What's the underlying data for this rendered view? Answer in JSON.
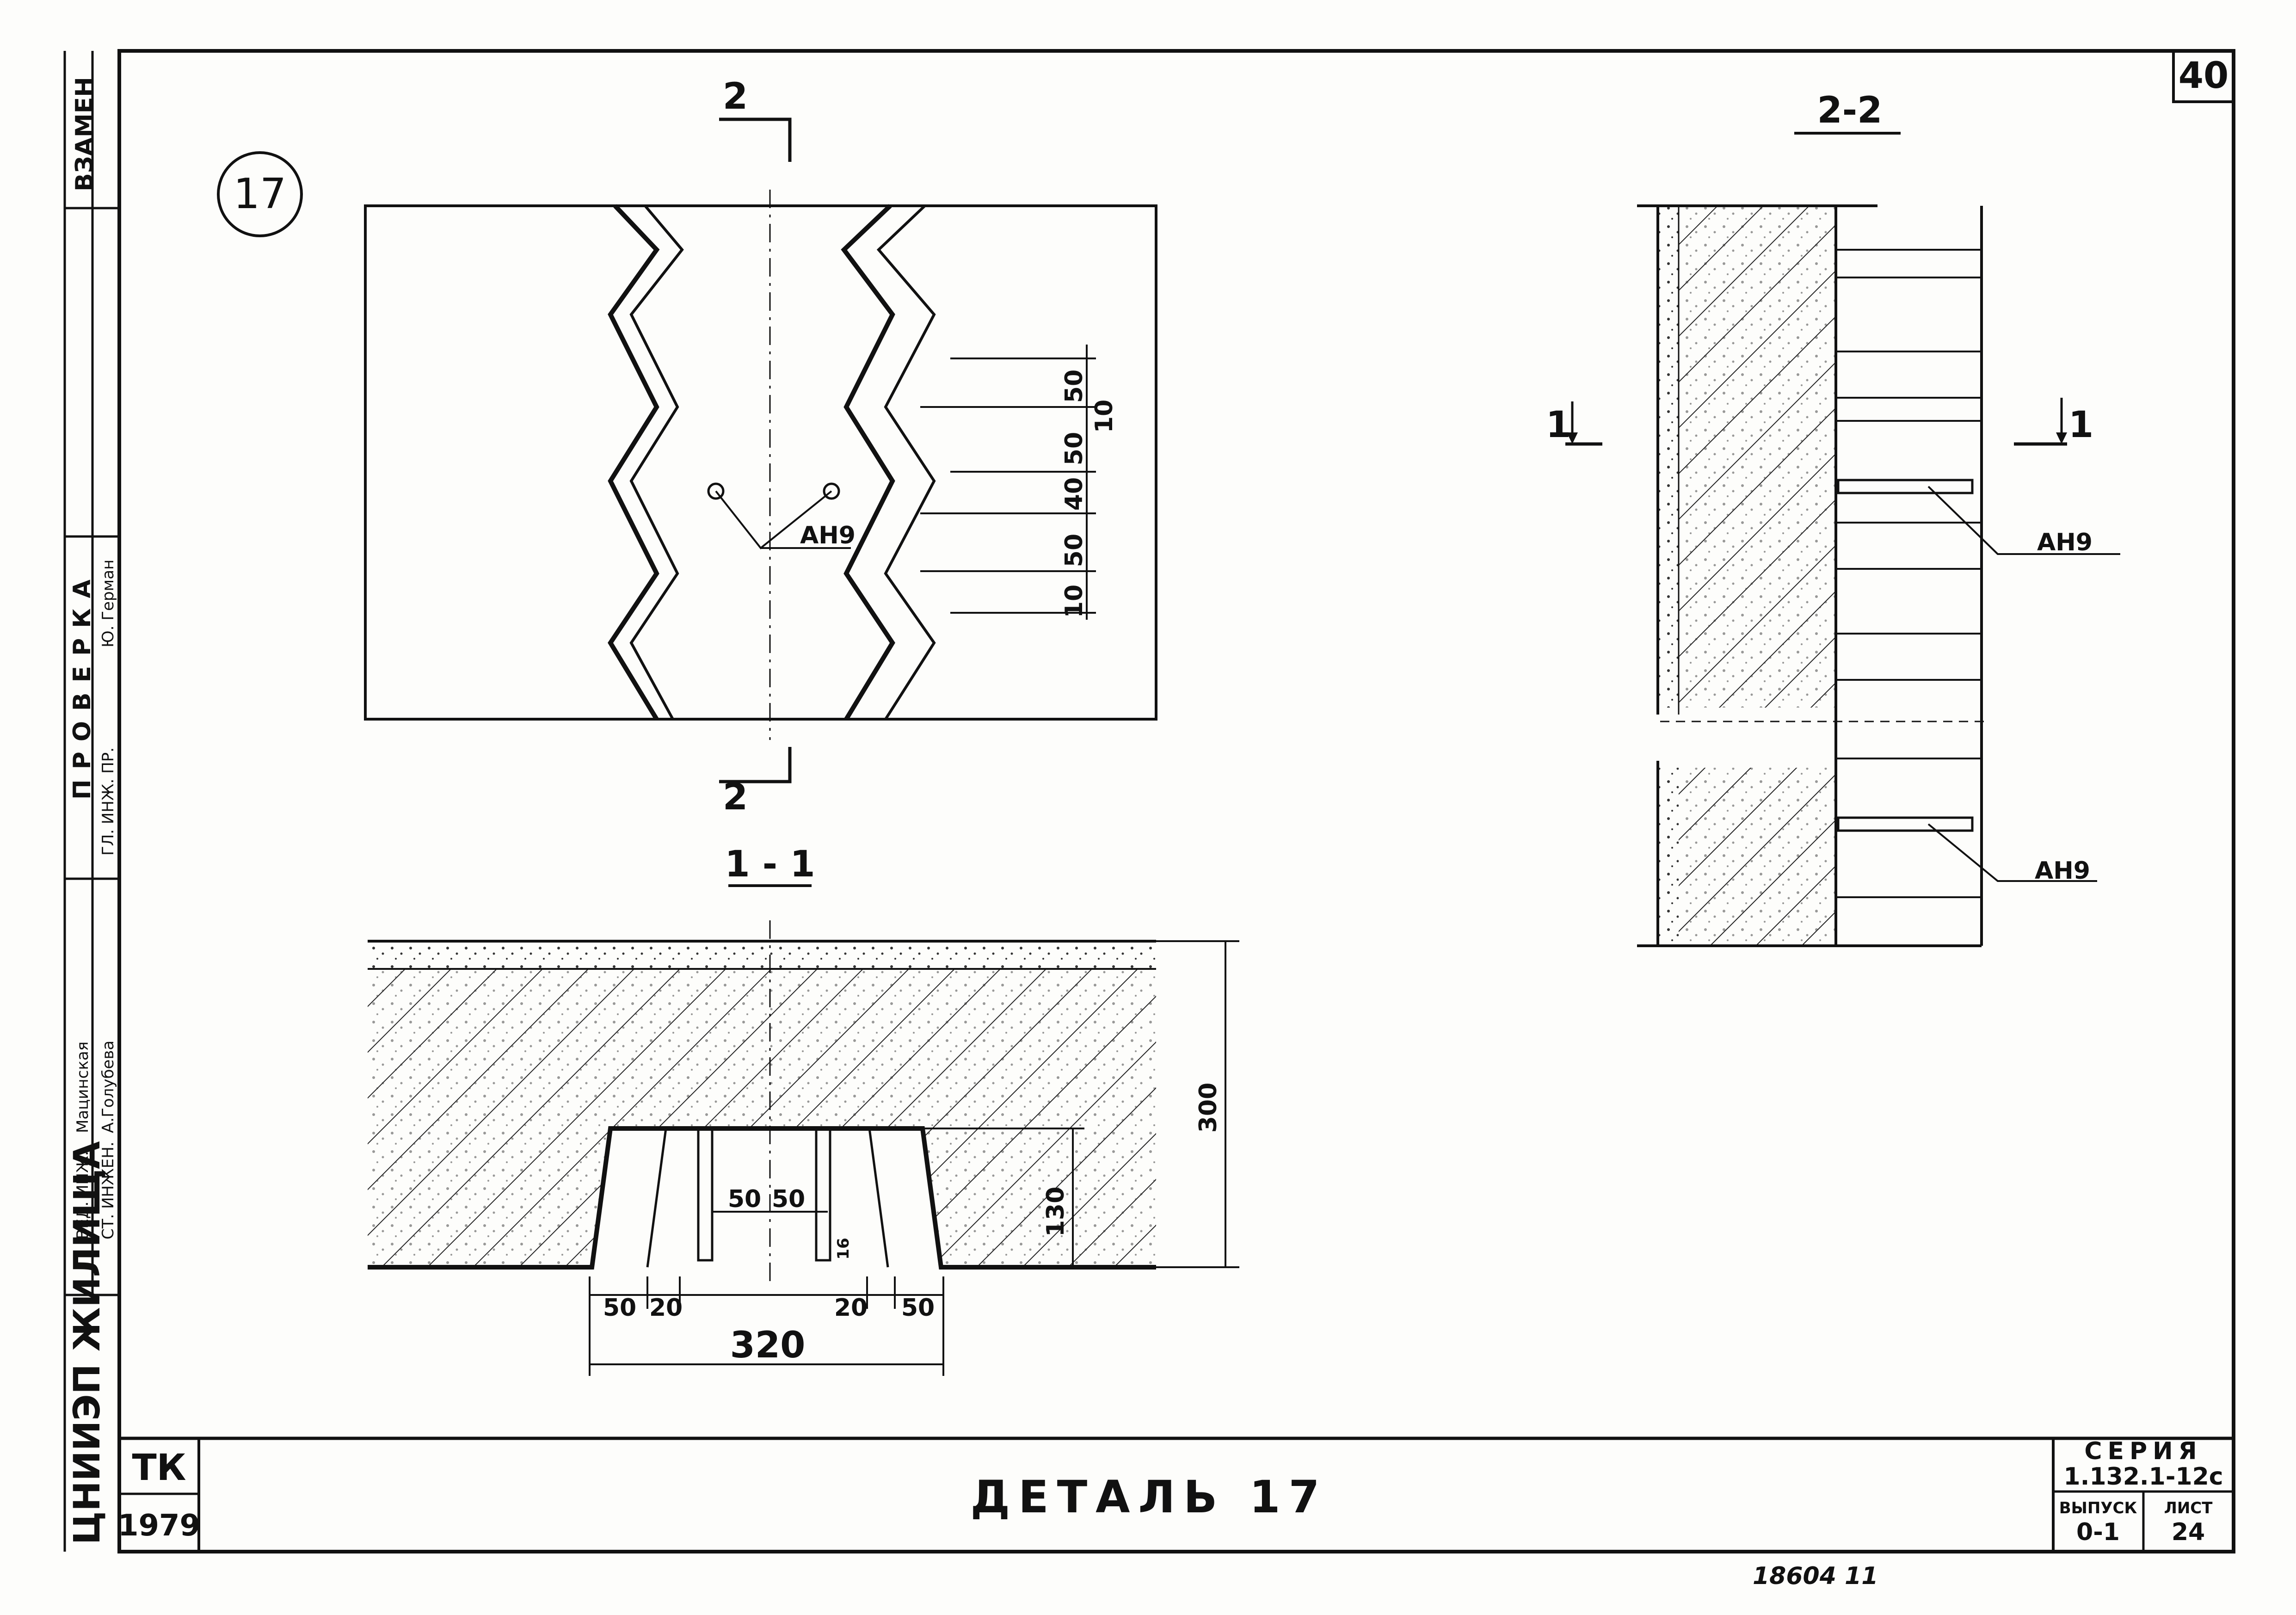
{
  "sheet": {
    "page_number": "40",
    "detail_marker": "17",
    "title": "ДЕТАЛЬ 17",
    "org_block": {
      "code": "ТК",
      "year": "1979"
    },
    "org_name": "ЦНИИЭП ЖИЛИЩА",
    "series_label": "СЕРИЯ",
    "series_value": "1.132.1-12с",
    "issue_label": "ВЫПУСК",
    "issue_value": "0-1",
    "sheet_label": "ЛИСТ",
    "sheet_value": "24",
    "bottom_note": "18604 11",
    "margin_stamp": {
      "replace": "ВЗАМЕН",
      "check": "ПРОВЕРКА",
      "row1_role": "ВЕД. ИНЖ.",
      "row1_name": "Мацинская",
      "row2_role": "СТ. ИНЖЕН.",
      "row2_name": "А.Голубева",
      "row3_role": "ГЛ. ИНЖ. ПР.",
      "row3_name": "Ю. Герман"
    }
  },
  "plan_view": {
    "section_mark": "2",
    "rebar_label": "АН9",
    "dims": [
      "50",
      "10",
      "50",
      "40",
      "50",
      "10"
    ]
  },
  "section_1_1": {
    "title": "1 - 1",
    "dims_bottom": [
      "50",
      "20",
      "20",
      "50"
    ],
    "dims_inner": [
      "50",
      "50"
    ],
    "total_width": "320",
    "height": "300",
    "groove_depth": "130",
    "bar_offset": "16"
  },
  "section_2_2": {
    "title": "2-2",
    "section_mark": "1",
    "rebar_label_1": "АН9",
    "rebar_label_2": "АН9"
  }
}
